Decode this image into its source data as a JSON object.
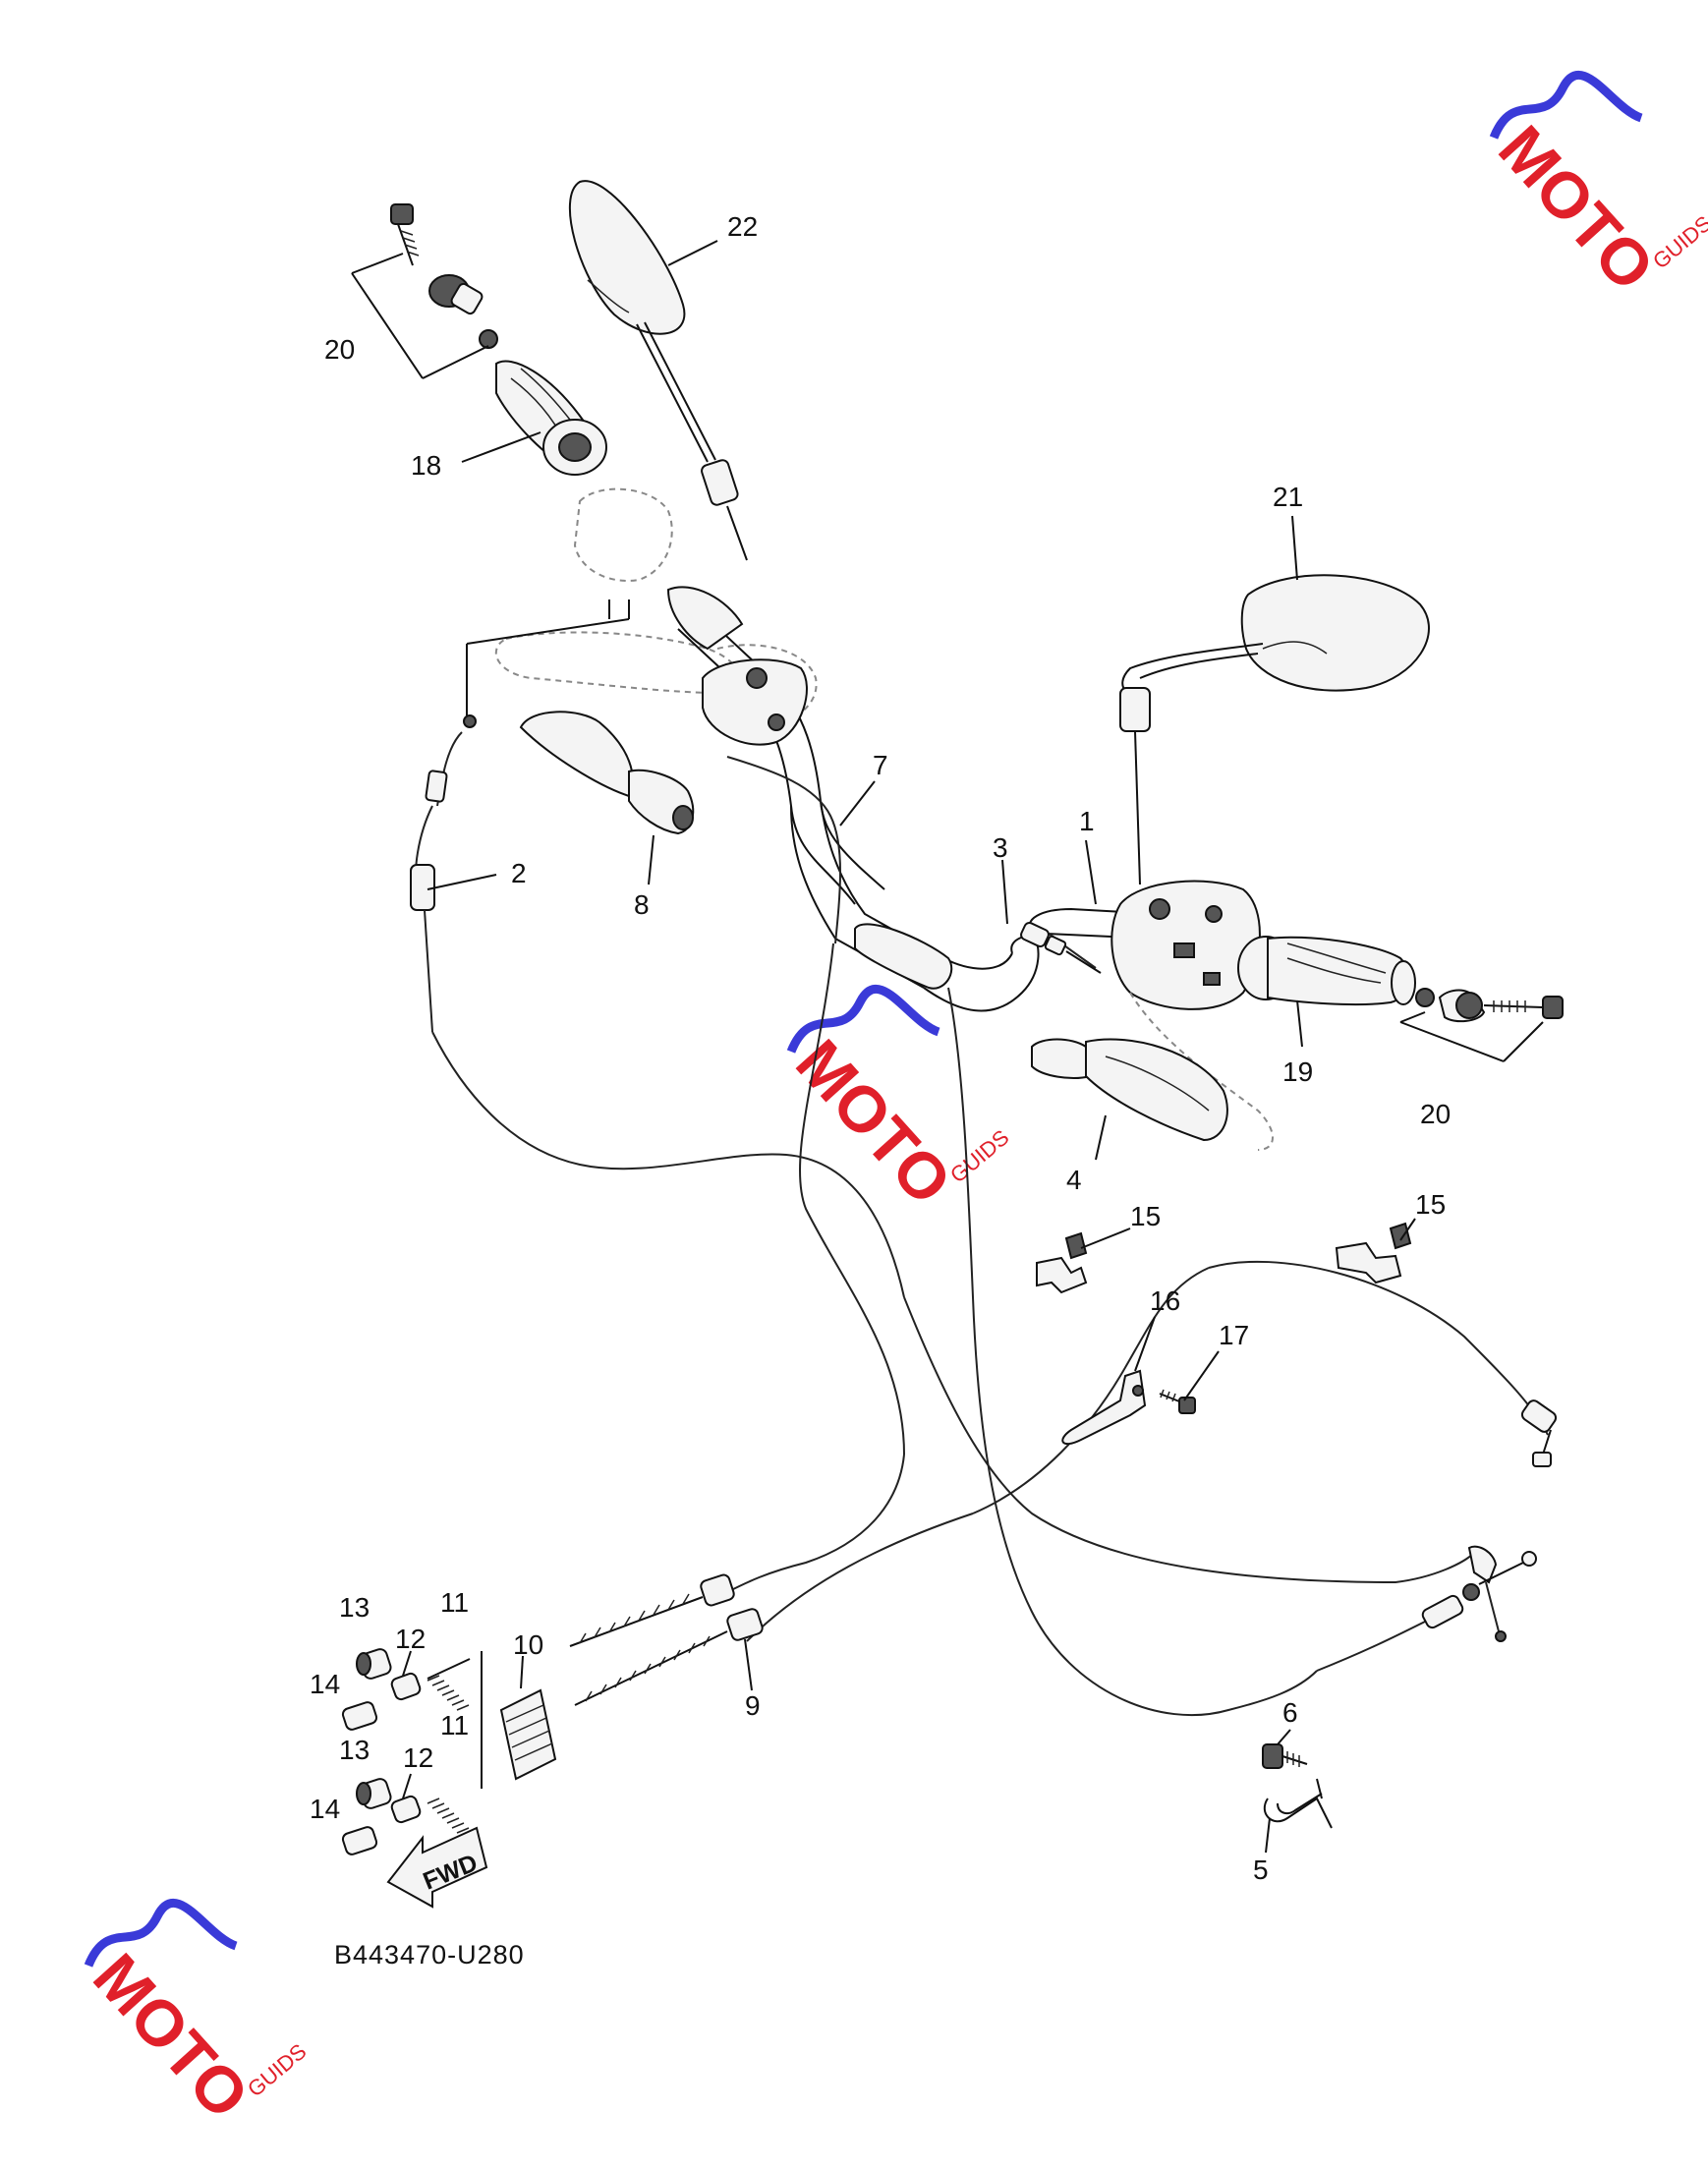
{
  "diagram": {
    "reference_code": "B443470-U280",
    "forward_marker": "FWD",
    "callouts": [
      {
        "id": "c22",
        "label": "22"
      },
      {
        "id": "c20a",
        "label": "20"
      },
      {
        "id": "c18",
        "label": "18"
      },
      {
        "id": "c21",
        "label": "21"
      },
      {
        "id": "c7",
        "label": "7"
      },
      {
        "id": "c2",
        "label": "2"
      },
      {
        "id": "c8",
        "label": "8"
      },
      {
        "id": "c3",
        "label": "3"
      },
      {
        "id": "c1",
        "label": "1"
      },
      {
        "id": "c19",
        "label": "19"
      },
      {
        "id": "c20b",
        "label": "20"
      },
      {
        "id": "c4",
        "label": "4"
      },
      {
        "id": "c15a",
        "label": "15"
      },
      {
        "id": "c15b",
        "label": "15"
      },
      {
        "id": "c16",
        "label": "16"
      },
      {
        "id": "c17",
        "label": "17"
      },
      {
        "id": "c13a",
        "label": "13"
      },
      {
        "id": "c11a",
        "label": "11"
      },
      {
        "id": "c12a",
        "label": "12"
      },
      {
        "id": "c10",
        "label": "10"
      },
      {
        "id": "c14a",
        "label": "14"
      },
      {
        "id": "c9",
        "label": "9"
      },
      {
        "id": "c11b",
        "label": "11"
      },
      {
        "id": "c13b",
        "label": "13"
      },
      {
        "id": "c12b",
        "label": "12"
      },
      {
        "id": "c6",
        "label": "6"
      },
      {
        "id": "c14b",
        "label": "14"
      },
      {
        "id": "c5",
        "label": "5"
      }
    ]
  },
  "watermark": {
    "text": "MOTO",
    "sub": "GUIDS",
    "colors": {
      "accent": "#3a3ad8",
      "red": "#e0202a",
      "gray": "#777777"
    }
  }
}
